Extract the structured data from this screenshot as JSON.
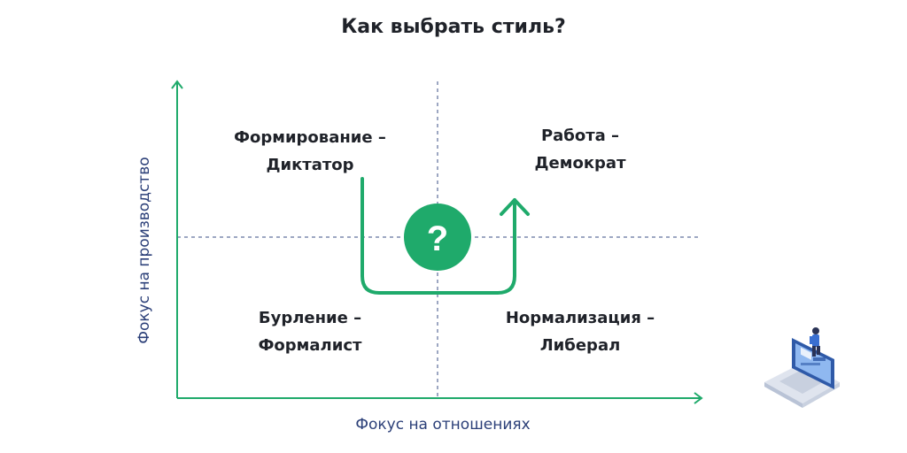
{
  "title": "Как выбрать стиль?",
  "quadrants": {
    "top_left": {
      "line1": "Формирование –",
      "line2": "Диктатор"
    },
    "top_right": {
      "line1": "Работа –",
      "line2": "Демократ"
    },
    "bottom_left": {
      "line1": "Бурление –",
      "line2": "Формалист"
    },
    "bottom_right": {
      "line1": "Нормализация –",
      "line2": "Либерал"
    }
  },
  "axes": {
    "x_label": "Фокус на отношениях",
    "y_label": "Фокус на производство"
  },
  "center_badge": "?",
  "colors": {
    "accent_green": "#1faa6b",
    "axis_label_blue": "#2b3f78",
    "divider_blue": "#3b4f86",
    "text_dark": "#1f2229"
  },
  "illustration": "person-on-laptop-icon"
}
